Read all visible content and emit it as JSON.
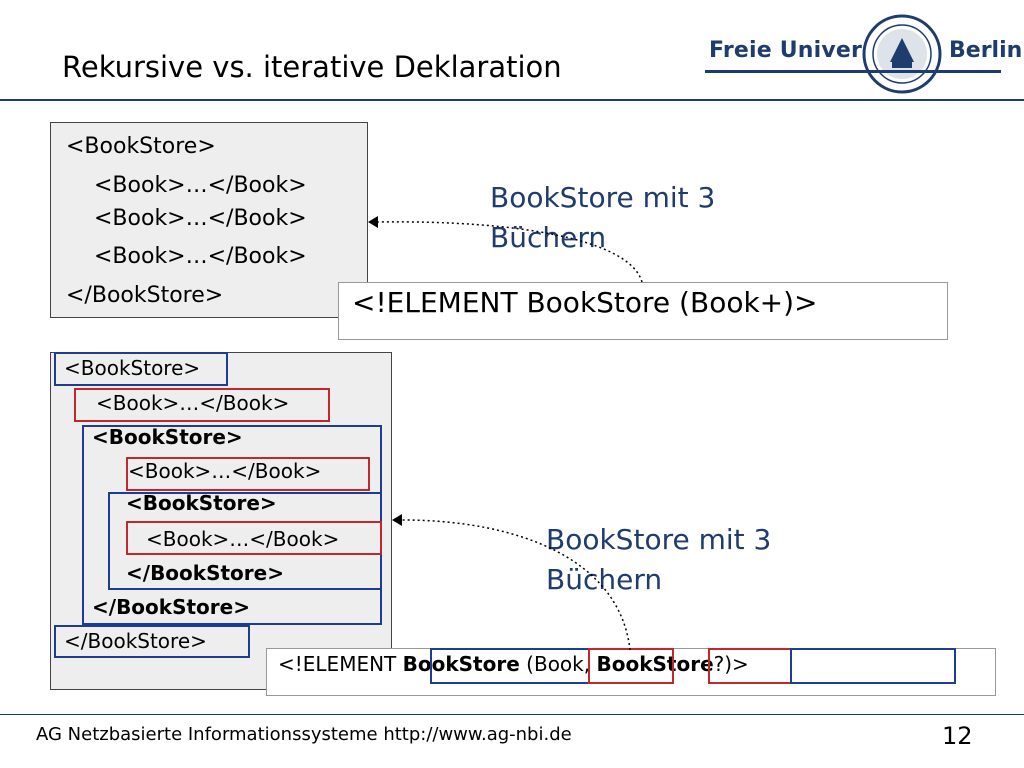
{
  "slide": {
    "title": "Rekursive vs. iterative Deklaration",
    "logo": {
      "text_left": "Freie Universität",
      "text_right": "Berlin"
    },
    "top_example": {
      "code_lines": [
        "<BookStore>",
        "<Book>…</Book>",
        "<Book>…</Book>",
        "<Book>…</Book>",
        "</BookStore>"
      ],
      "label_line1": "BookStore mit 3",
      "label_line2": "Büchern",
      "declaration": "<!ELEMENT BookStore (Book+)>"
    },
    "bottom_example": {
      "code_lines": [
        "<BookStore>",
        "<Book>…</Book>",
        "<BookStore>",
        "<Book>…</Book>",
        "<BookStore>",
        "<Book>…</Book>",
        "</BookStore>",
        "</BookStore>",
        "</BookStore>"
      ],
      "label_line1": "BookStore mit 3",
      "label_line2": "Büchern",
      "declaration_parts": [
        "<!ELEMENT ",
        "BookStore",
        " (",
        "Book",
        ", ",
        "BookStore",
        "?)>"
      ]
    },
    "footer": "AG Netzbasierte Informationssysteme http://www.ag-nbi.de",
    "page_number": "12"
  },
  "colors": {
    "accent": "#1f3c6e",
    "highlight_blue": "#1f3c8e",
    "highlight_red": "#c0282d",
    "code_background": "#eeeeee"
  },
  "icons": [
    "university-seal-icon",
    "dotted-arrow-icon"
  ]
}
